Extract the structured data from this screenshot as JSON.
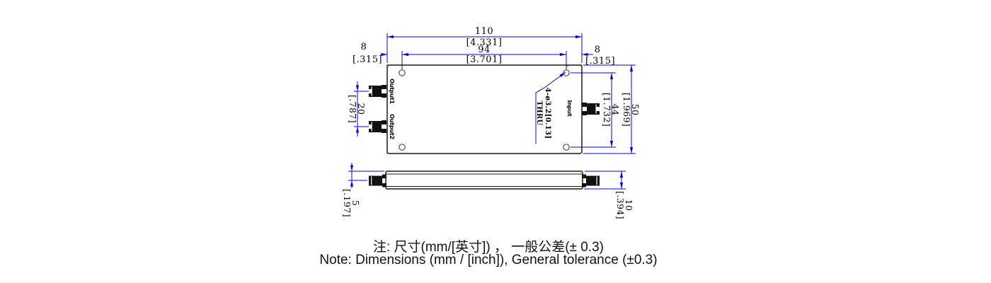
{
  "drawing": {
    "top_view": {
      "labels": {
        "output1": "Output1",
        "output2": "Output2",
        "input": "Input"
      },
      "hole_callout": {
        "line1": "4-ø3.2[0.13]",
        "line2": "THRU"
      },
      "dims": {
        "length": {
          "mm": "110",
          "inch": "[4.331]"
        },
        "hole_span": {
          "mm": "94",
          "inch": "[3.701]"
        },
        "edge_left": {
          "mm": "8",
          "inch": "[.315]"
        },
        "edge_right": {
          "mm": "8",
          "inch": "[.315]"
        },
        "port_spacing": {
          "mm": "20",
          "inch": "[.787]"
        },
        "hole_span_v": {
          "mm": "44",
          "inch": "[1.732]"
        },
        "width": {
          "mm": "50",
          "inch": "[1.969]"
        }
      }
    },
    "side_view": {
      "dims": {
        "port_offset": {
          "mm": "5",
          "inch": "[.197]"
        },
        "thickness": {
          "mm": "10",
          "inch": "[.394]"
        }
      }
    }
  },
  "notes": {
    "chinese": "注: 尺寸(mm/[英寸]) ， 一般公差(± 0.3)",
    "english": "Note: Dimensions (mm / [inch]), General tolerance (±0.3)"
  },
  "colors": {
    "dimension_blue": "#0000e6",
    "outline_black": "#1a1a1a"
  }
}
